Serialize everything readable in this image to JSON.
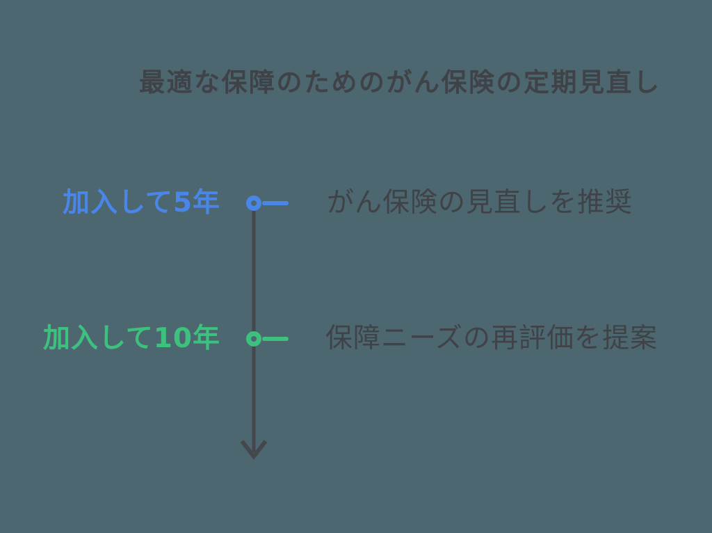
{
  "title": "最適な保障のためのがん保険の定期見直し",
  "colors": {
    "background": "#4d6771",
    "heading_text": "#3f4347",
    "body_text": "#3f4347",
    "timeline_line": "#44474b"
  },
  "timeline": {
    "milestones": [
      {
        "label": "加入して5年",
        "description": "がん保険の見直しを推奨",
        "accent_color": "#4a86e8"
      },
      {
        "label": "加入して10年",
        "description": "保障ニーズの再評価を提案",
        "accent_color": "#3dc17e"
      }
    ]
  }
}
